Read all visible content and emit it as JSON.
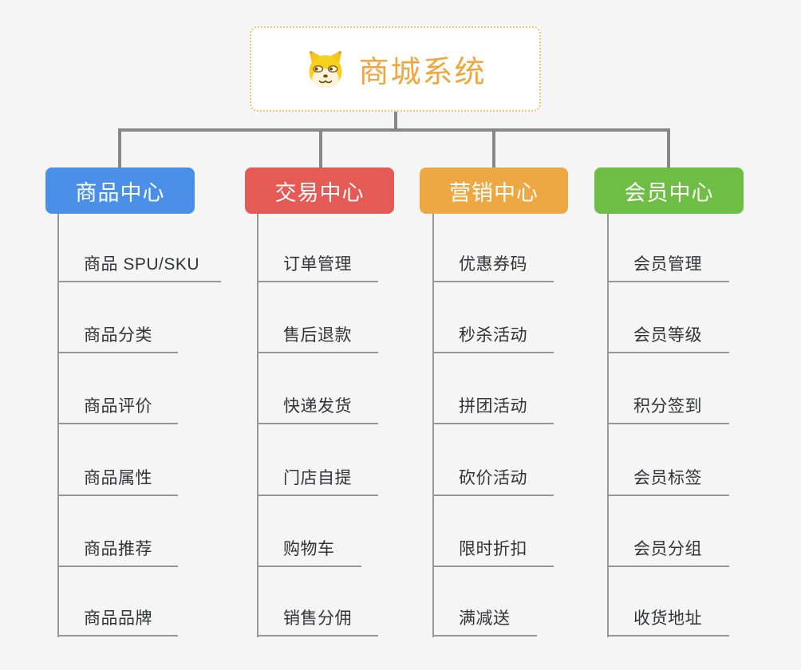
{
  "root": {
    "label": "商城系统",
    "icon": "doge-icon",
    "text_color": "#f0a63c",
    "border_color": "#f3c36b"
  },
  "branches": [
    {
      "label": "商品中心",
      "color": "#4a90e8",
      "children": [
        "商品 SPU/SKU",
        "商品分类",
        "商品评价",
        "商品属性",
        "商品推荐",
        "商品品牌"
      ]
    },
    {
      "label": "交易中心",
      "color": "#e45b55",
      "children": [
        "订单管理",
        "售后退款",
        "快递发货",
        "门店自提",
        "购物车",
        "销售分佣"
      ]
    },
    {
      "label": "营销中心",
      "color": "#eda843",
      "children": [
        "优惠券码",
        "秒杀活动",
        "拼团活动",
        "砍价活动",
        "限时折扣",
        "满减送"
      ]
    },
    {
      "label": "会员中心",
      "color": "#6ebe46",
      "children": [
        "会员管理",
        "会员等级",
        "积分签到",
        "会员标签",
        "会员分组",
        "收货地址"
      ]
    }
  ],
  "colors": {
    "background": "#f5f5f5",
    "connector": "#878787",
    "child_line": "#979797",
    "child_text": "#333436"
  }
}
